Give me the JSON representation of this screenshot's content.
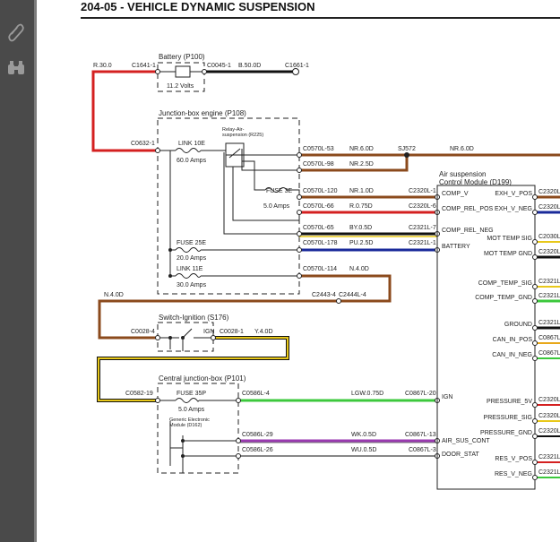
{
  "page": {
    "title": "204-05 - VEHICLE DYNAMIC SUSPENSION"
  },
  "sidebar": {
    "icons": [
      "paperclip-icon",
      "binoculars-icon"
    ]
  },
  "battery": {
    "title": "Battery (P100)",
    "volts": "11.2 Volts",
    "wire_left": "R.30.0",
    "conn_left": "C1641-1",
    "conn_right": "C0045-1",
    "wire_right": "B.50.0D",
    "conn_ground": "C1661-1"
  },
  "jbox_engine": {
    "title": "Junction-box engine (P108)",
    "conn_in": "C0632-1",
    "link10": "LINK 10E",
    "link10_amps": "60.0 Amps",
    "relay": "Relay-Air-\nsuspension (R225)",
    "fuse3": "FUSE 3E",
    "fuse3_amps": "5.0 Amps",
    "fuse25": "FUSE 25E",
    "fuse25_amps": "20.0 Amps",
    "link11": "LINK 11E",
    "link11_amps": "30.0 Amps"
  },
  "wires": {
    "w1_conn": "C0570L-53",
    "w1_wire": "NR.6.0D",
    "splice": "SJ572",
    "w1_wire_b": "NR.6.0D",
    "w2_conn": "C0570L-98",
    "w2_wire": "NR.2.5D",
    "w3_conn": "C0570L-120",
    "w3_wire": "NR.1.0D",
    "w3_mod": "C2320L-1",
    "w4_conn": "C0570L-66",
    "w4_wire": "R.0.75D",
    "w4_mod": "C2320L-6",
    "w5_conn": "C0570L-65",
    "w5_wire": "BY.0.5D",
    "w5_mod": "C2321L-7",
    "w6_conn": "C0570L-178",
    "w6_wire": "PU.2.5D",
    "w6_mod": "C2321L-1",
    "w7_conn": "C0570L-114",
    "w7_wire": "N.4.0D",
    "inline_a": "C2443-4",
    "inline_b": "C2444L-4",
    "n4_label": "N.4.0D"
  },
  "ignition": {
    "title": "Switch-Ignition (S176)",
    "conn_in": "C0028-4",
    "ign": "IGN",
    "conn_out": "C0028-1",
    "wire_out": "Y.4.0D"
  },
  "cjb": {
    "title": "Central junction-box (P101)",
    "conn_in": "C0582-19",
    "fuse": "FUSE 35P",
    "fuse_amps": "5.0 Amps",
    "gem": "Generic Electronic\nModule (D162)",
    "o1_conn": "C0586L-4",
    "o1_wire": "LGW.0.75D",
    "o1_mod": "C0867L-20",
    "o2_conn": "C0586L-29",
    "o2_wire": "WK.0.5D",
    "o2_mod": "C0867L-13",
    "o3_conn": "C0586L-26",
    "o3_wire": "WU.0.5D",
    "o3_mod": "C0867L-3"
  },
  "module": {
    "title": "Air suspension\nControl Module (D199)",
    "left_pins": [
      "COMP_V",
      "COMP_REL_POS",
      "COMP_REL_NEG",
      "BATTERY",
      "IGN",
      "AIR_SUS_CONT",
      "DOOR_STAT"
    ],
    "right_pins": [
      "EXH_V_POS",
      "EXH_V_NEG",
      "MOT TEMP SIG",
      "MOT TEMP GND",
      "COMP_TEMP_SIG",
      "COMP_TEMP_GND",
      "GROUND",
      "CAN_IN_POS",
      "CAN_IN_NEG",
      "PRESSURE_5V",
      "PRESSURE_SIG",
      "PRESSURE_GND",
      "RES_V_POS",
      "RES_V_NEG"
    ],
    "right_conns": [
      "C2320L",
      "C2320L",
      "C2030L",
      "C2320L",
      "C2321L",
      "C2321L",
      "C2321L",
      "C0867L",
      "C0867L",
      "C2320L",
      "C2320L",
      "C2320L",
      "C2321L",
      "C2321L"
    ]
  },
  "colors": {
    "red": "#d42020",
    "brown": "#8b4a1c",
    "black": "#111111",
    "yellow": "#e8c81a",
    "green": "#3cc83c",
    "purple": "#9a3ab0",
    "blue": "#1a2a9a",
    "grey": "#888888",
    "sidebar": "#4a4a4a"
  }
}
